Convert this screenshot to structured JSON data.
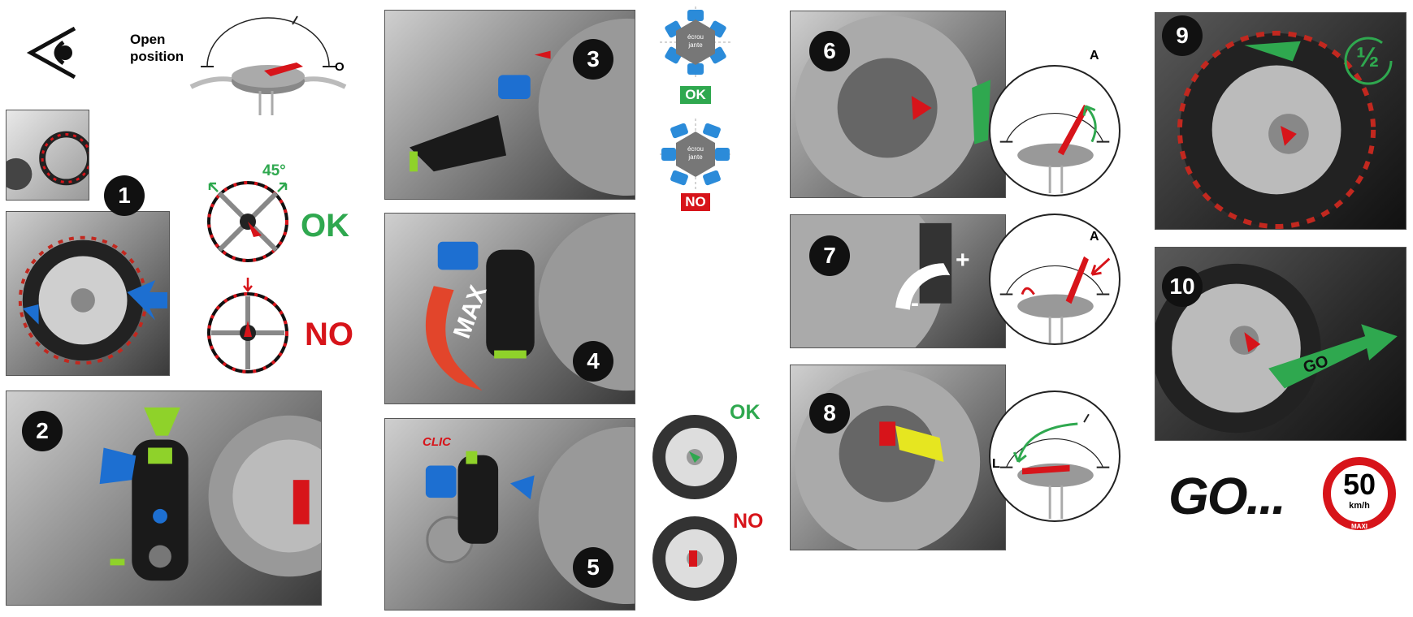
{
  "top_left": {
    "eye_label_line1": "Open",
    "eye_label_line2": "position",
    "zero_label": "O"
  },
  "steps": {
    "s1": "1",
    "s2": "2",
    "s3": "3",
    "s4": "4",
    "s5": "5",
    "s6": "6",
    "s7": "7",
    "s8": "8",
    "s9": "9",
    "s10": "10"
  },
  "angle": {
    "degrees": "45°",
    "ok": "OK",
    "no": "NO"
  },
  "nut": {
    "line1": "écrou",
    "line2": "jante",
    "ok": "OK",
    "no": "NO"
  },
  "step4": {
    "max_label": "MAX"
  },
  "step5": {
    "clic_label": "CLIC",
    "ok": "OK",
    "no": "NO"
  },
  "step6": {
    "a_label": "A"
  },
  "step7": {
    "a_label": "A",
    "plus": "+",
    "minus": "-"
  },
  "step8": {
    "l_label": "L"
  },
  "step9": {
    "fraction": "½"
  },
  "step10": {
    "go_arrow": "GO"
  },
  "footer": {
    "go_text": "GO...",
    "speed_value": "50",
    "speed_unit": "km/h",
    "speed_note": "MAXI"
  },
  "colors": {
    "ok_green": "#2fa84f",
    "no_red": "#d7141a",
    "accent_blue": "#1d6fd1",
    "accent_lime": "#8fd22a"
  }
}
